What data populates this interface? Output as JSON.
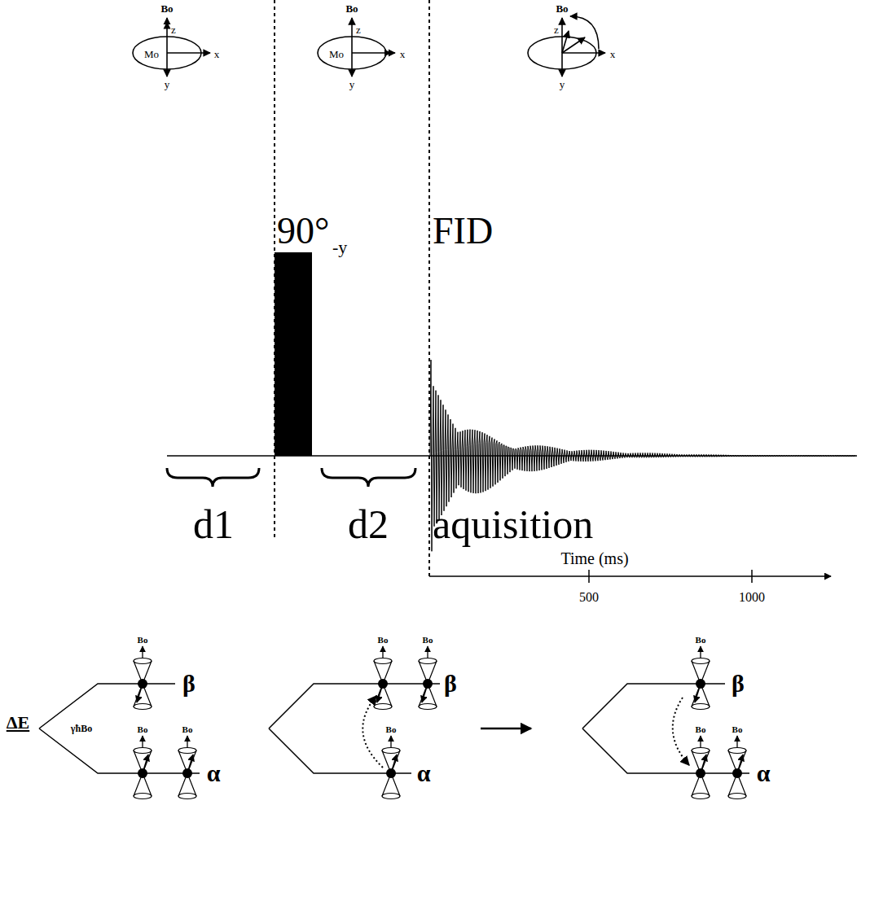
{
  "diagram": {
    "labels": [
      "Bo",
      "z",
      "Mo",
      "x",
      "y",
      "Bo",
      "z",
      "Mo",
      "x",
      "y",
      "Bo",
      "z",
      "x",
      "y",
      "90°",
      "-y",
      "FID",
      "d1",
      "d2",
      "aquisition",
      "Time (ms)",
      "500",
      "1000",
      "ΔE",
      "γħBo",
      "Bo",
      "β",
      "Bo",
      "Bo",
      "α",
      "Bo",
      "Bo",
      "β",
      "Bo",
      "α",
      "Bo",
      "β",
      "Bo",
      "Bo",
      "α"
    ]
  }
}
